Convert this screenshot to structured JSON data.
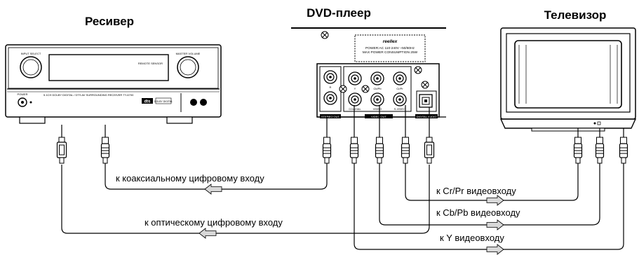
{
  "devices": {
    "receiver": "Ресивер",
    "dvd_player": "DVD-плеер",
    "tv": "Телевизор"
  },
  "connections": {
    "coaxial": "к коаксиальному цифровому входу",
    "optical": "к оптическому цифровому входу",
    "crpr": "к Cr/Pr видеовходу",
    "cbpb": "к Cb/Pb видеовходу",
    "y": "к Y видеовходу"
  },
  "dvd_panel": {
    "brand": "reellex",
    "power_line1": "POWER:AC 110-240V ~50/60Hz",
    "power_line2": "MAX POWER CONSUMPTION 25W",
    "stereo_out": "STEREO OUT",
    "video_out": "VIDEO OUT",
    "digital_audio": "DIGITAL AUDIO",
    "coaxial": "COAXIAL",
    "video": "VIDEO",
    "s_video": "S-VIDEO",
    "jack_r": "R",
    "jack_y": "Y",
    "jack_cb": "Cb/Pb",
    "jack_cr": "Cr/Pr"
  },
  "receiver_panel": {
    "model_text": "5.1CH DOLBY DIGITAL / DTS AV SURROUNDING RECEIVER   TY-6700",
    "knob_left": "INPUT SELECT",
    "knob_right": "MASTER VOLUME",
    "power": "POWER",
    "badge_dts": "dts",
    "badge_dolby": "DOLBY DIGITAL",
    "display_tag": "REMOTE SENSOR"
  }
}
